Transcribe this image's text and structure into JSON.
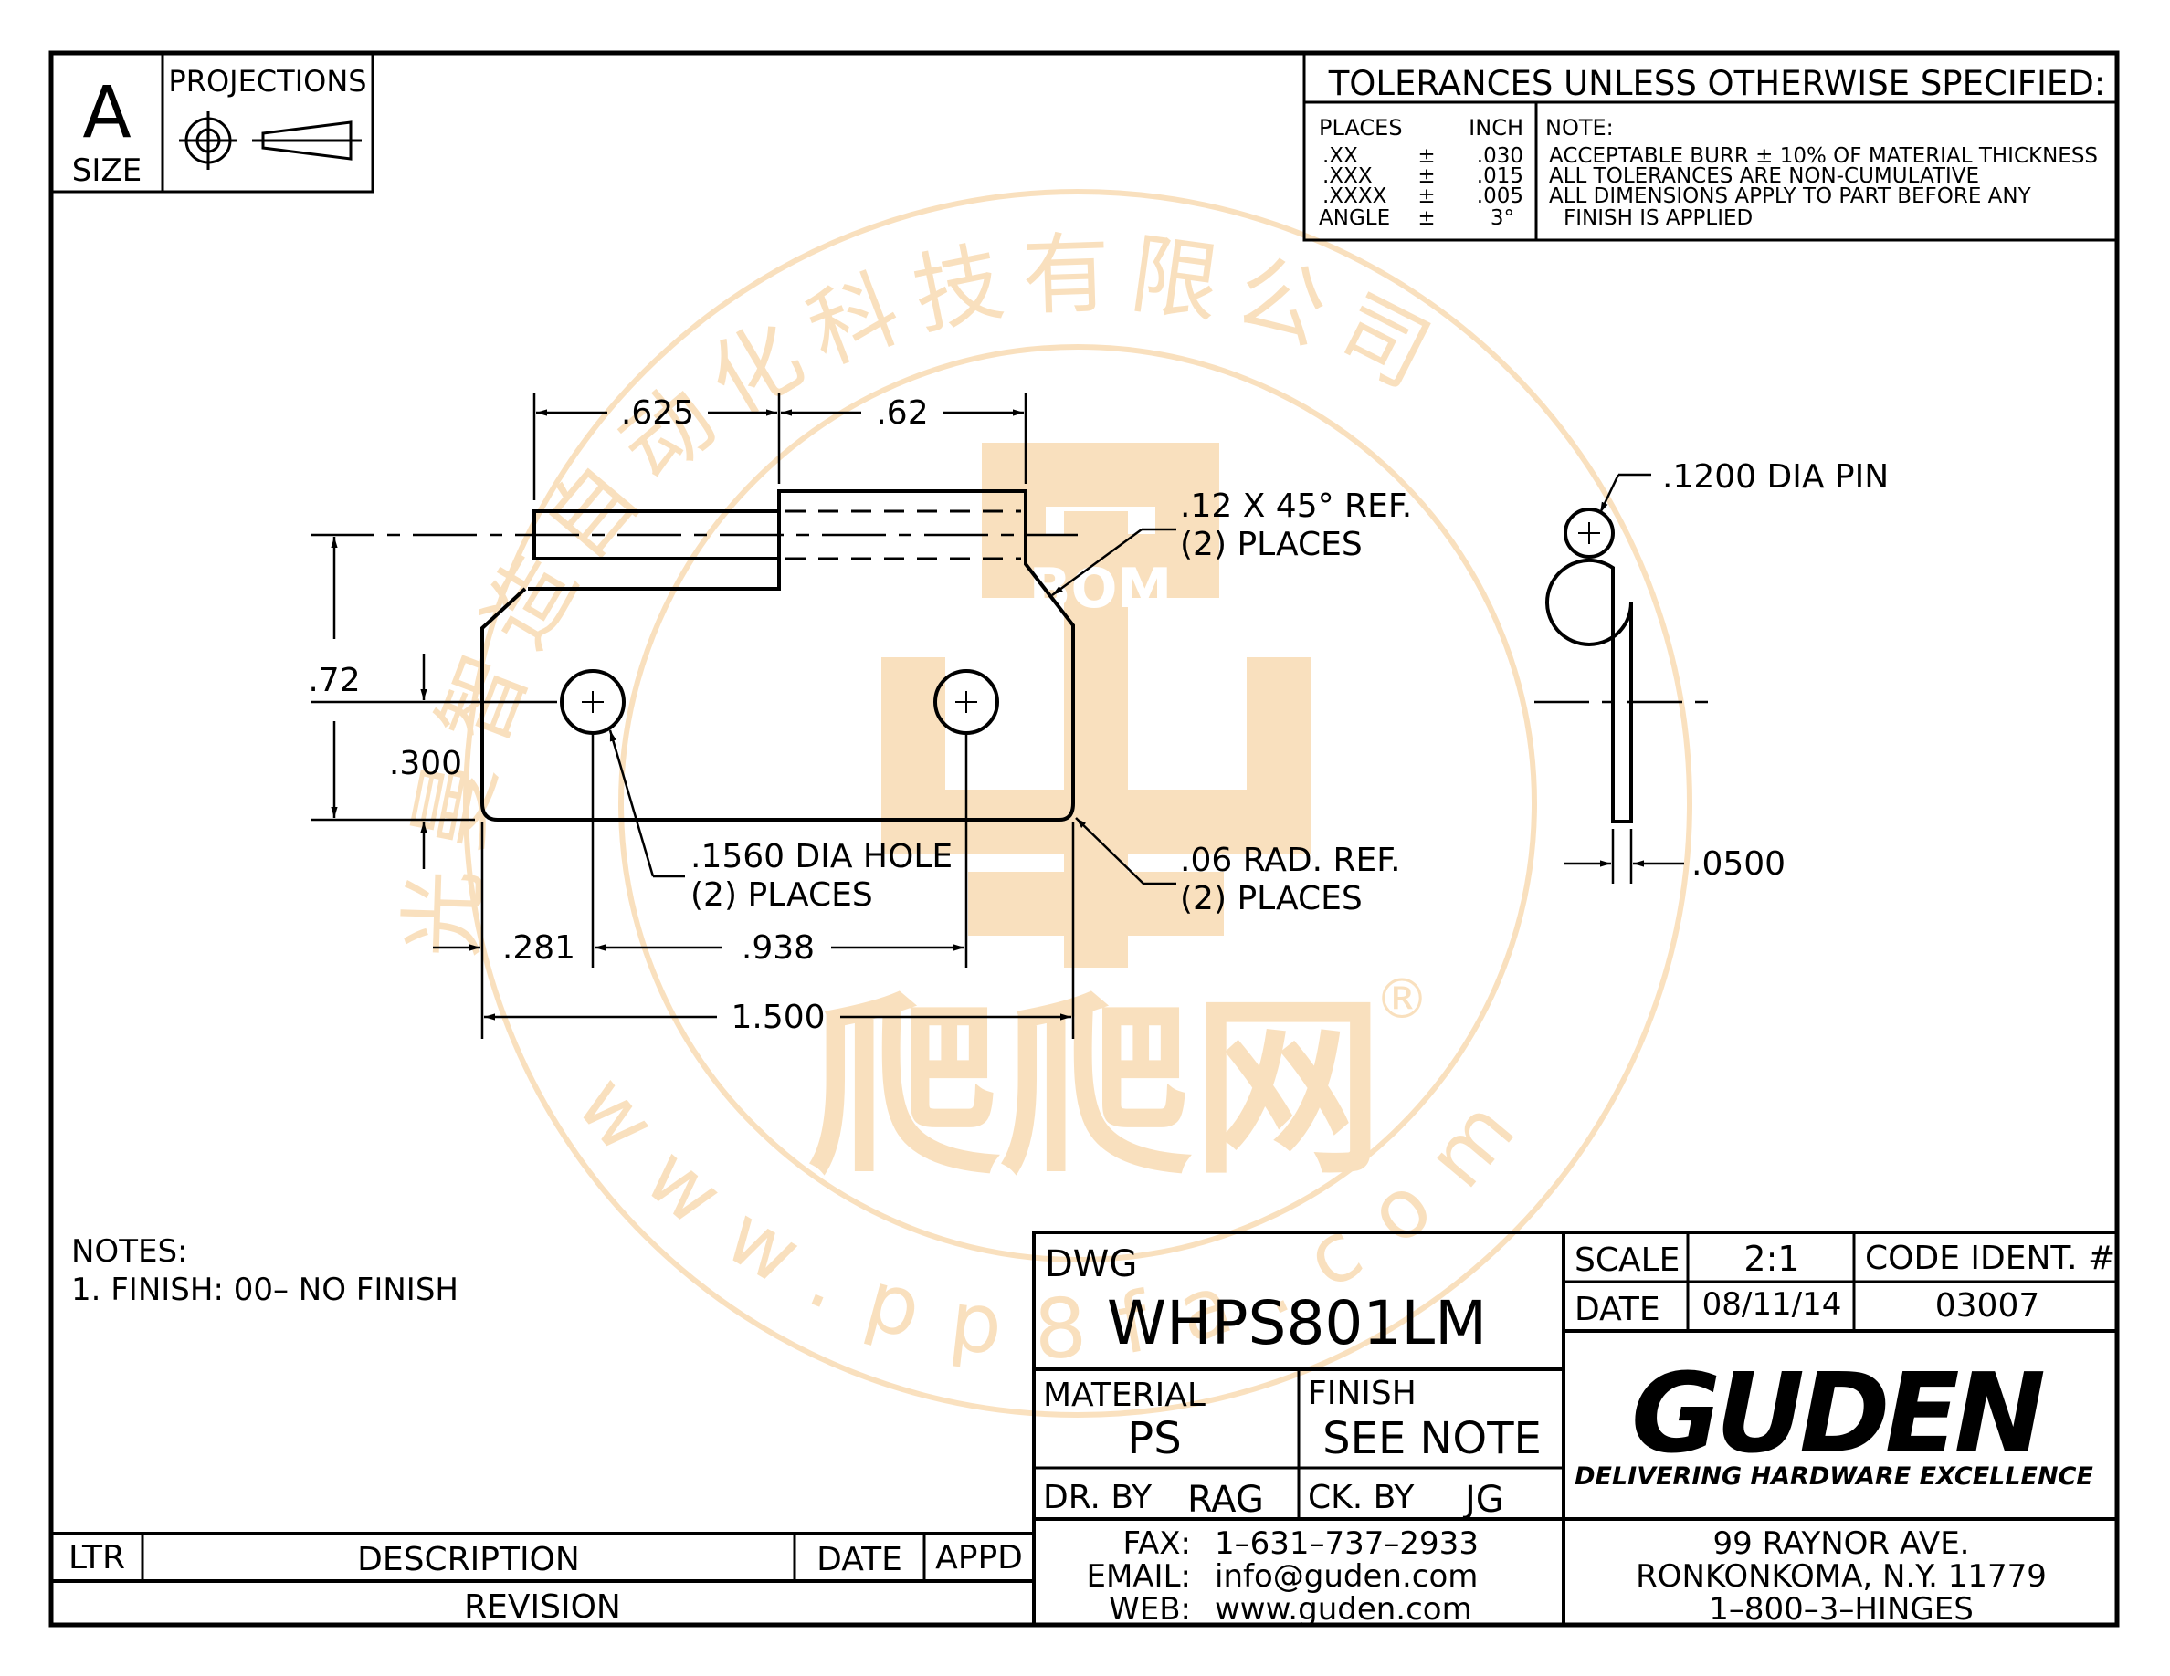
{
  "size_block": {
    "letter": "A",
    "label": "SIZE"
  },
  "projections": {
    "title": "PROJECTIONS"
  },
  "tolerances": {
    "title": "TOLERANCES UNLESS OTHERWISE SPECIFIED:",
    "places_header": "PLACES",
    "inch_header": "INCH",
    "note_header": "NOTE:",
    "rows": [
      {
        "place": ".XX",
        "sign": "±",
        "value": ".030"
      },
      {
        "place": ".XXX",
        "sign": "±",
        "value": ".015"
      },
      {
        "place": ".XXXX",
        "sign": "±",
        "value": ".005"
      },
      {
        "place": "ANGLE",
        "sign": "±",
        "value": "3°"
      }
    ],
    "notes": [
      "ACCEPTABLE BURR ± 10% OF MATERIAL THICKNESS",
      "ALL TOLERANCES ARE NON-CUMULATIVE",
      "ALL DIMENSIONS APPLY TO PART BEFORE ANY",
      "FINISH IS APPLIED"
    ]
  },
  "dimensions": {
    "d625": ".625",
    "d62": ".62",
    "d72": ".72",
    "d300": ".300",
    "d281": ".281",
    "d938": ".938",
    "d1500": "1.500",
    "d0500": ".0500"
  },
  "callouts": {
    "chamfer_1": ".12 X 45° REF.",
    "chamfer_2": "(2) PLACES",
    "hole_1": ".1560 DIA HOLE",
    "hole_2": "(2) PLACES",
    "radius_1": ".06 RAD. REF.",
    "radius_2": "(2) PLACES",
    "pin": ".1200 DIA PIN"
  },
  "notes": {
    "heading": "NOTES:",
    "item1": "1. FINISH:  00–  NO FINISH"
  },
  "title_block": {
    "dwg_label": "DWG",
    "dwg_number": "WHPS801LM",
    "scale_label": "SCALE",
    "scale_value": "2:1",
    "code_label": "CODE IDENT. #",
    "date_label": "DATE",
    "date_value": "08/11/14",
    "code_value": "03007",
    "material_label": "MATERIAL",
    "material_value": "PS",
    "finish_label": "FINISH",
    "finish_value": "SEE NOTE",
    "dr_label": "DR. BY",
    "dr_value": "RAG",
    "ck_label": "CK. BY",
    "ck_value": "JG",
    "logo_text": "GUDEN",
    "tagline": "DELIVERING HARDWARE EXCELLENCE",
    "fax_label": "FAX:",
    "fax_value": "1–631–737–2933",
    "email_label": "EMAIL:",
    "email_value": "info@guden.com",
    "web_label": "WEB:",
    "web_value": "www.guden.com",
    "address_1": "99 RAYNOR AVE.",
    "address_2": "RONKONKOMA, N.Y. 11779",
    "address_3": "1–800–3–HINGES"
  },
  "revision": {
    "ltr": "LTR",
    "description": "DESCRIPTION",
    "date": "DATE",
    "appd": "APPD",
    "label": "REVISION"
  },
  "watermark": {
    "ring_text": "光曼智造自动化科技有限公司",
    "bottom_text": "www.pp8fa.com",
    "center_text": "爬爬网",
    "badge": "BOM",
    "registered": "®",
    "color": "#f5c88a"
  }
}
